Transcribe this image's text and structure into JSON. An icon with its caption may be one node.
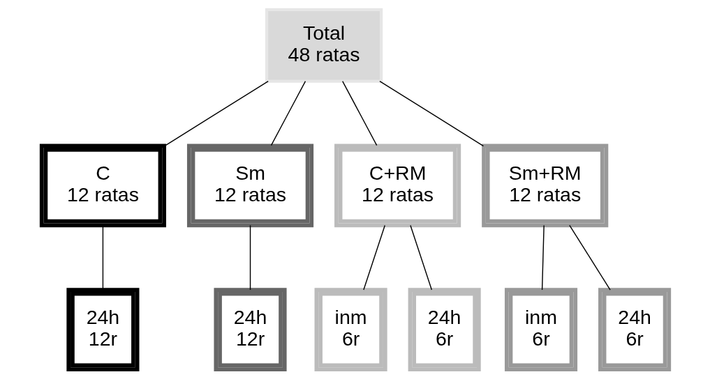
{
  "diagram": {
    "nodes": [
      {
        "text": [
          "Total 48 ratas"
        ]
      },
      {
        "text": [
          "C 12 ratas"
        ]
      },
      {
        "text": [
          "Sm 12 ratas"
        ]
      },
      {
        "text": [
          "C+RM 12 ratas"
        ]
      },
      {
        "text": [
          "Sm+RM 12 ratas"
        ]
      },
      {
        "text": [
          "24h 12r"
        ]
      },
      {
        "text": [
          "24h 12r"
        ]
      },
      {
        "text": [
          "inm 6r"
        ]
      },
      {
        "text": [
          "24h 6r"
        ]
      },
      {
        "text": [
          "inm 6r"
        ]
      },
      {
        "text": [
          "24h 6r"
        ]
      }
    ],
    "edges": [
      {
        "from": 0,
        "to": 1,
        "arrow": "none"
      },
      {
        "from": 0,
        "to": 2,
        "arrow": "none"
      },
      {
        "from": 0,
        "to": 3,
        "arrow": "none"
      },
      {
        "from": 0,
        "to": 4,
        "arrow": "none"
      },
      {
        "from": 1,
        "to": 5,
        "arrow": "none"
      },
      {
        "from": 2,
        "to": 6,
        "arrow": "none"
      },
      {
        "from": 3,
        "to": 7,
        "arrow": "none"
      },
      {
        "from": 3,
        "to": 8,
        "arrow": "none"
      },
      {
        "from": 4,
        "to": 9,
        "arrow": "none"
      },
      {
        "from": 4,
        "to": 10,
        "arrow": "none"
      }
    ]
  }
}
